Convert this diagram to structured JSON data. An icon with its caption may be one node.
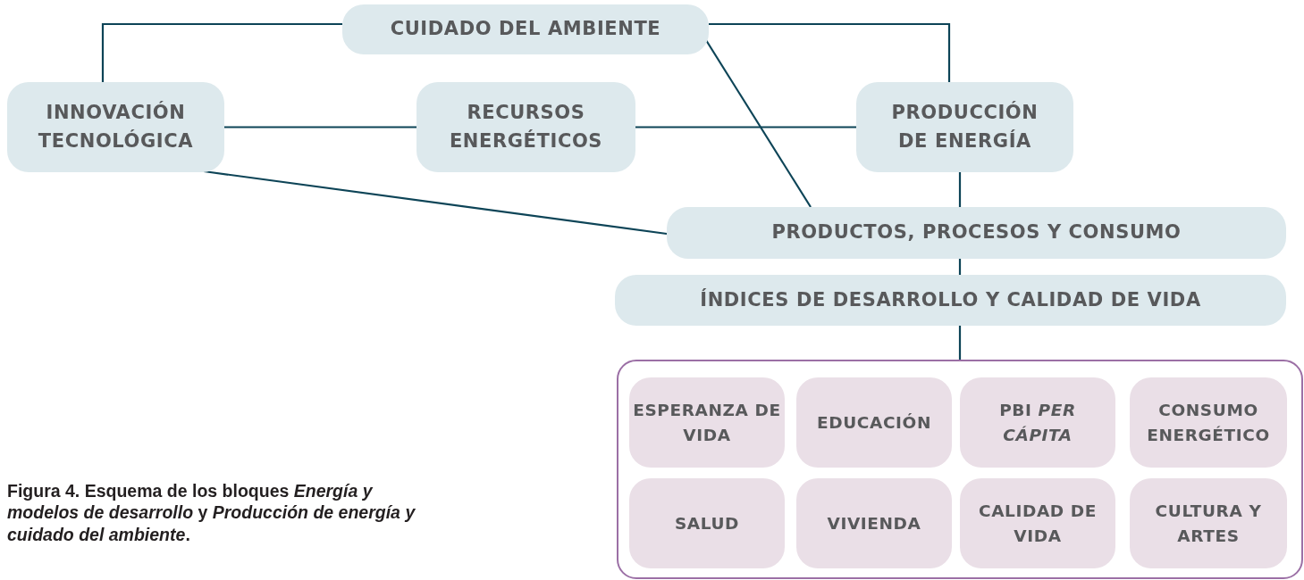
{
  "diagram": {
    "caption": "Figura 4. Esquema de los bloques *Energía y modelos de desarrollo* y *Producción de energía y cuidado del ambiente*.",
    "nodes": [
      {
        "text": [
          "CUIDADO DEL AMBIENTE"
        ]
      },
      {
        "text": [
          "INNOVACIÓN TECNOLÓGICA"
        ]
      },
      {
        "text": [
          "RECURSOS ENERGÉTICOS"
        ]
      },
      {
        "text": [
          "PRODUCCIÓN DE ENERGÍA"
        ]
      },
      {
        "text": [
          "PRODUCTOS, PROCESOS Y CONSUMO"
        ]
      },
      {
        "text": [
          "ÍNDICES DE DESARROLLO Y CALIDAD DE VIDA"
        ]
      },
      {
        "text": [],
        "shape": "box"
      },
      {
        "text": [
          "ESPERANZA DE VIDA"
        ],
        "in": 6
      },
      {
        "text": [
          "EDUCACIÓN"
        ],
        "in": 6
      },
      {
        "text": [
          "PBI *PER CÁPITA*"
        ],
        "in": 6
      },
      {
        "text": [
          "CONSUMO ENERGÉTICO"
        ],
        "in": 6
      },
      {
        "text": [
          "SALUD"
        ],
        "in": 6
      },
      {
        "text": [
          "VIVIENDA"
        ],
        "in": 6
      },
      {
        "text": [
          "CALIDAD DE VIDA"
        ],
        "in": 6
      },
      {
        "text": [
          "CULTURA Y ARTES"
        ],
        "in": 6
      }
    ],
    "edges": [
      {
        "from": 0,
        "to": 1,
        "arrow": "none"
      },
      {
        "from": 0,
        "to": 3,
        "arrow": "none"
      },
      {
        "from": 0,
        "to": 4,
        "arrow": "none"
      },
      {
        "from": 1,
        "to": 2,
        "arrow": "none"
      },
      {
        "from": 2,
        "to": 3,
        "arrow": "none"
      },
      {
        "from": 1,
        "to": 4,
        "arrow": "none"
      },
      {
        "from": 3,
        "to": 4,
        "arrow": "none"
      },
      {
        "from": 4,
        "to": 5,
        "arrow": "none"
      },
      {
        "from": 5,
        "to": 6,
        "arrow": "none"
      }
    ]
  }
}
